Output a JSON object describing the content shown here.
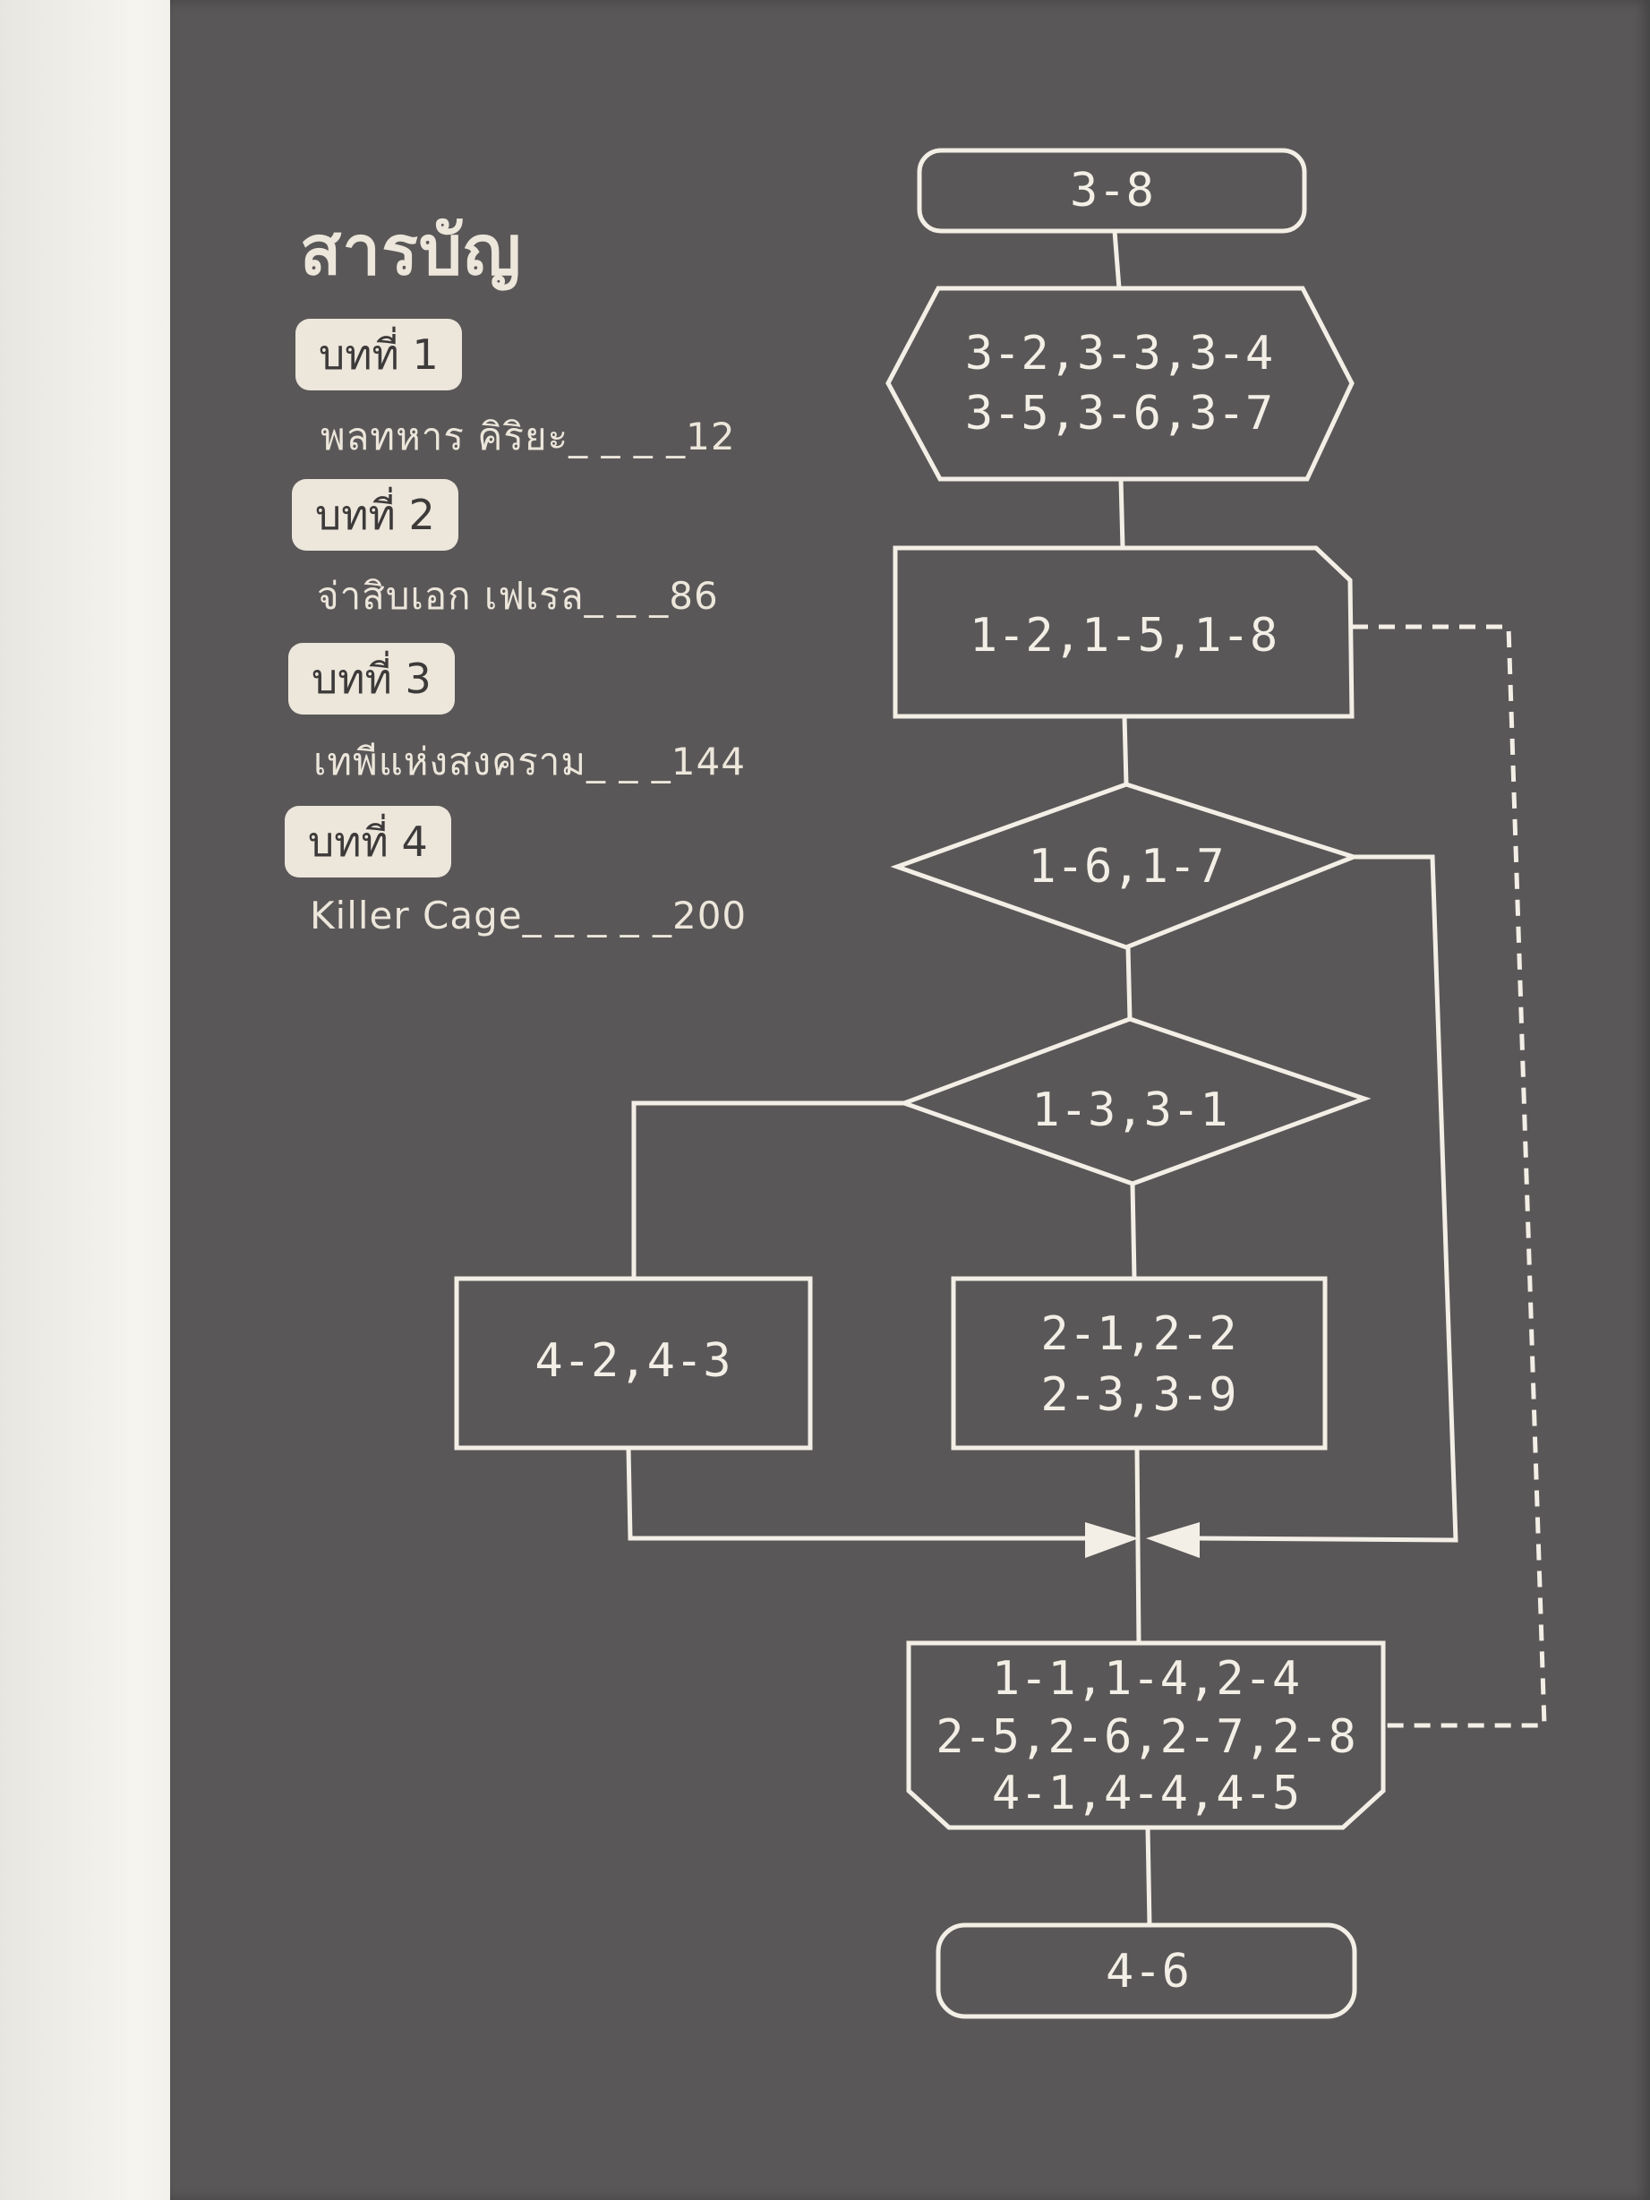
{
  "toc": {
    "title": "สารบัญ",
    "chapters": [
      {
        "label": "บทที่ 1",
        "entry": "พลทหาร คิริยะ_ _ _ _12"
      },
      {
        "label": "บทที่ 2",
        "entry": "จ่าสิบเอก เฟเรล_ _ _86"
      },
      {
        "label": "บทที่ 3",
        "entry": "เทพีแห่งสงคราม_ _ _144"
      },
      {
        "label": "บทที่ 4",
        "entry": "Killer Cage_ _ _ _ _200"
      }
    ]
  },
  "flowchart": {
    "start": "3-8",
    "hex": [
      "3-2,3-3,3-4",
      "3-5,3-6,3-7"
    ],
    "octagon": "1-2,1-5,1-8",
    "decision1": "1-6,1-7",
    "decision2": "1-3,3-1",
    "box_left": "4-2,4-3",
    "box_right": [
      "2-1,2-2",
      "2-3,3-9"
    ],
    "merge": [
      "1-1,1-4,2-4",
      "2-5,2-6,2-7,2-8",
      "4-1,4-4,4-5"
    ],
    "end": "4-6"
  },
  "colors": {
    "slate": "#5a5758",
    "chalk": "#f3efe6",
    "pill": "#ece6db"
  }
}
